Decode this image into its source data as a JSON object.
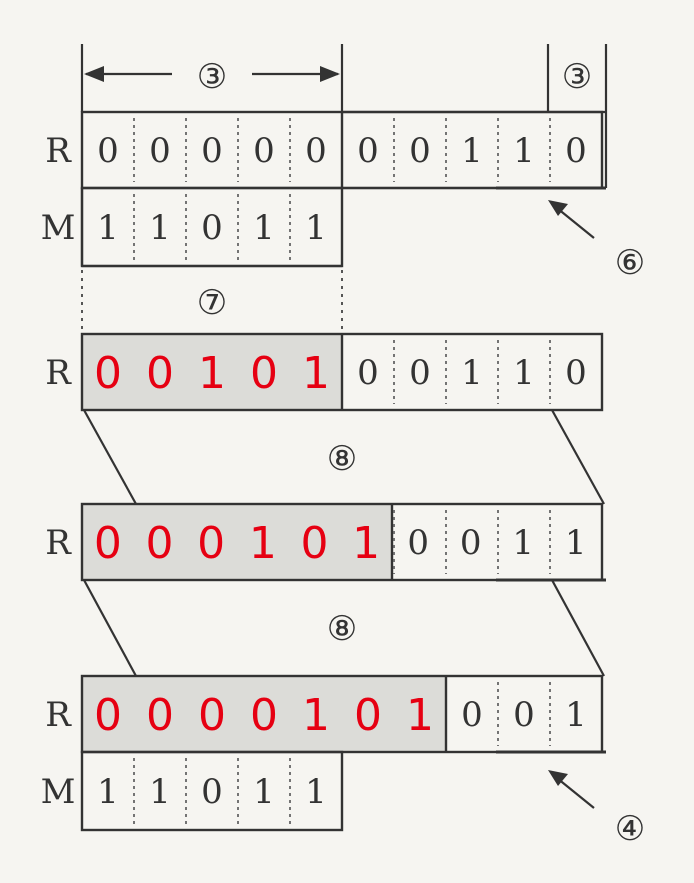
{
  "annotations": {
    "top_span": "③",
    "top_right": "③",
    "arrow_top": "⑥",
    "mid": "⑦",
    "step_1": "⑧",
    "step_2": "⑧",
    "arrow_bottom": "④"
  },
  "registers": [
    {
      "id": "R1",
      "label": "R",
      "bits": [
        "0",
        "0",
        "0",
        "0",
        "0",
        "0",
        "0",
        "1",
        "1",
        "0"
      ],
      "red": []
    },
    {
      "id": "M1",
      "label": "M",
      "bits": [
        "1",
        "1",
        "0",
        "1",
        "1"
      ],
      "red": []
    },
    {
      "id": "R2",
      "label": "R",
      "bits": [
        "0",
        "0",
        "1",
        "0",
        "1",
        "0",
        "0",
        "1",
        "1",
        "0"
      ],
      "red": [
        0,
        1,
        2,
        3,
        4
      ]
    },
    {
      "id": "R3",
      "label": "R",
      "bits": [
        "0",
        "0",
        "0",
        "1",
        "0",
        "1",
        "0",
        "0",
        "1",
        "1"
      ],
      "red": [
        0,
        1,
        2,
        3,
        4,
        5
      ]
    },
    {
      "id": "R4",
      "label": "R",
      "bits": [
        "0",
        "0",
        "0",
        "0",
        "1",
        "0",
        "1",
        "0",
        "0",
        "1"
      ],
      "red": [
        0,
        1,
        2,
        3,
        4,
        5,
        6
      ]
    },
    {
      "id": "M2",
      "label": "M",
      "bits": [
        "1",
        "1",
        "0",
        "1",
        "1"
      ],
      "red": []
    }
  ]
}
